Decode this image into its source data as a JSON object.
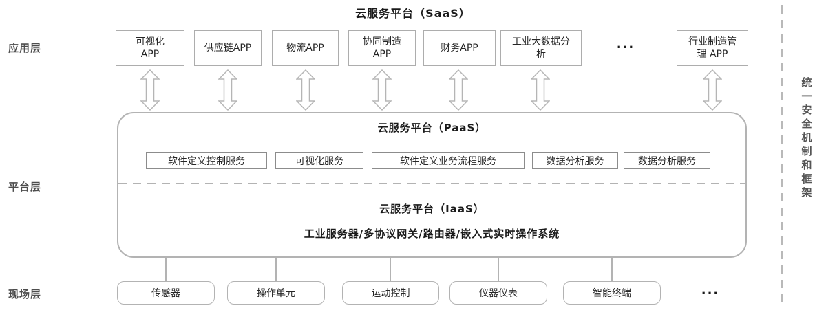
{
  "diagram": {
    "saas_title": "云服务平台（SaaS）",
    "layer_labels": {
      "application": "应用层",
      "platform": "平台层",
      "field": "现场层"
    },
    "app_boxes": [
      {
        "label": "可视化\nAPP"
      },
      {
        "label": "供应链APP"
      },
      {
        "label": "物流APP"
      },
      {
        "label": "协同制造\nAPP"
      },
      {
        "label": "财务APP"
      },
      {
        "label": "工业大数据分\n析"
      },
      {
        "label": "行业制造管\n理 APP"
      }
    ],
    "app_row_ellipsis": "...",
    "paas": {
      "title": "云服务平台（PaaS）",
      "services": [
        "软件定义控制服务",
        "可视化服务",
        "软件定义业务流程服务",
        "数据分析服务",
        "数据分析服务"
      ]
    },
    "iaas": {
      "title": "云服务平台（IaaS）",
      "subtitle": "工业服务器/多协议网关/路由器/嵌入式实时操作系统"
    },
    "field_boxes": [
      "传感器",
      "操作单元",
      "运动控制",
      "仪器仪表",
      "智能终端"
    ],
    "field_row_ellipsis": "...",
    "right_bar_label": "统一安全机制和框架",
    "colors": {
      "border_light": "#b3b3b3",
      "border_box": "#adadad",
      "border_service": "#8c8c8c",
      "arrow_outline": "#b5b5b5",
      "text_dark": "#1a1a1a",
      "text_label": "#4d4d4d"
    }
  }
}
